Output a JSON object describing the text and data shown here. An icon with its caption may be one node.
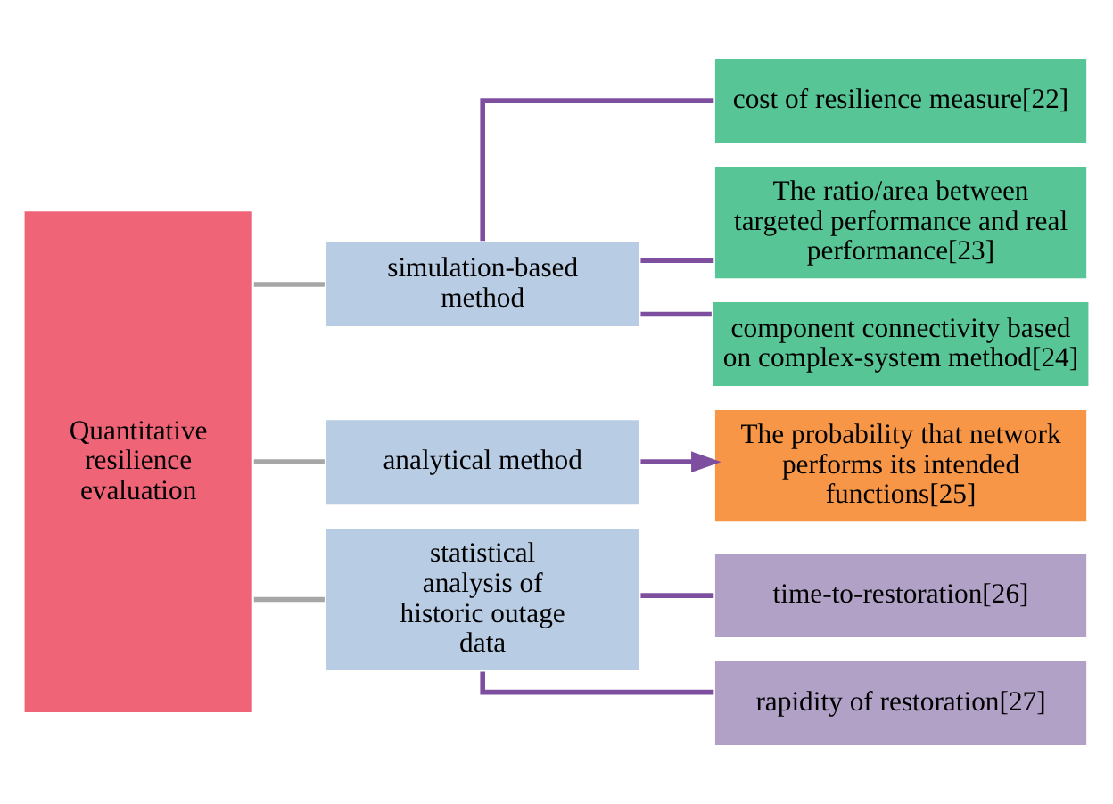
{
  "diagram": {
    "nodes": [
      {
        "text": [
          "Quantitative resilience evaluation"
        ]
      },
      {
        "text": [
          "simulation-based method"
        ]
      },
      {
        "text": [
          "analytical method"
        ]
      },
      {
        "text": [
          "statistical analysis of historic outage data"
        ]
      },
      {
        "text": [
          "cost of resilience measure[22]"
        ]
      },
      {
        "text": [
          "The ratio/area between targeted performance and real performance[23]"
        ]
      },
      {
        "text": [
          "component connectivity based on complex-system method[24]"
        ]
      },
      {
        "text": [
          "The probability that network performs its intended functions[25]"
        ]
      },
      {
        "text": [
          "time-to-restoration[26]"
        ]
      },
      {
        "text": [
          "rapidity of restoration[27]"
        ]
      }
    ],
    "edges": [
      {
        "from": 0,
        "to": 1,
        "arrow": "none",
        "color": "#a6a6a6"
      },
      {
        "from": 0,
        "to": 2,
        "arrow": "none",
        "color": "#a6a6a6"
      },
      {
        "from": 0,
        "to": 3,
        "arrow": "none",
        "color": "#a6a6a6"
      },
      {
        "from": 1,
        "to": 4,
        "arrow": "none"
      },
      {
        "from": 1,
        "to": 5,
        "arrow": "none"
      },
      {
        "from": 1,
        "to": 6,
        "arrow": "none"
      },
      {
        "from": 2,
        "to": 7,
        "arrow": "to"
      },
      {
        "from": 3,
        "to": 8,
        "arrow": "none"
      },
      {
        "from": 3,
        "to": 9,
        "arrow": "none"
      }
    ]
  }
}
